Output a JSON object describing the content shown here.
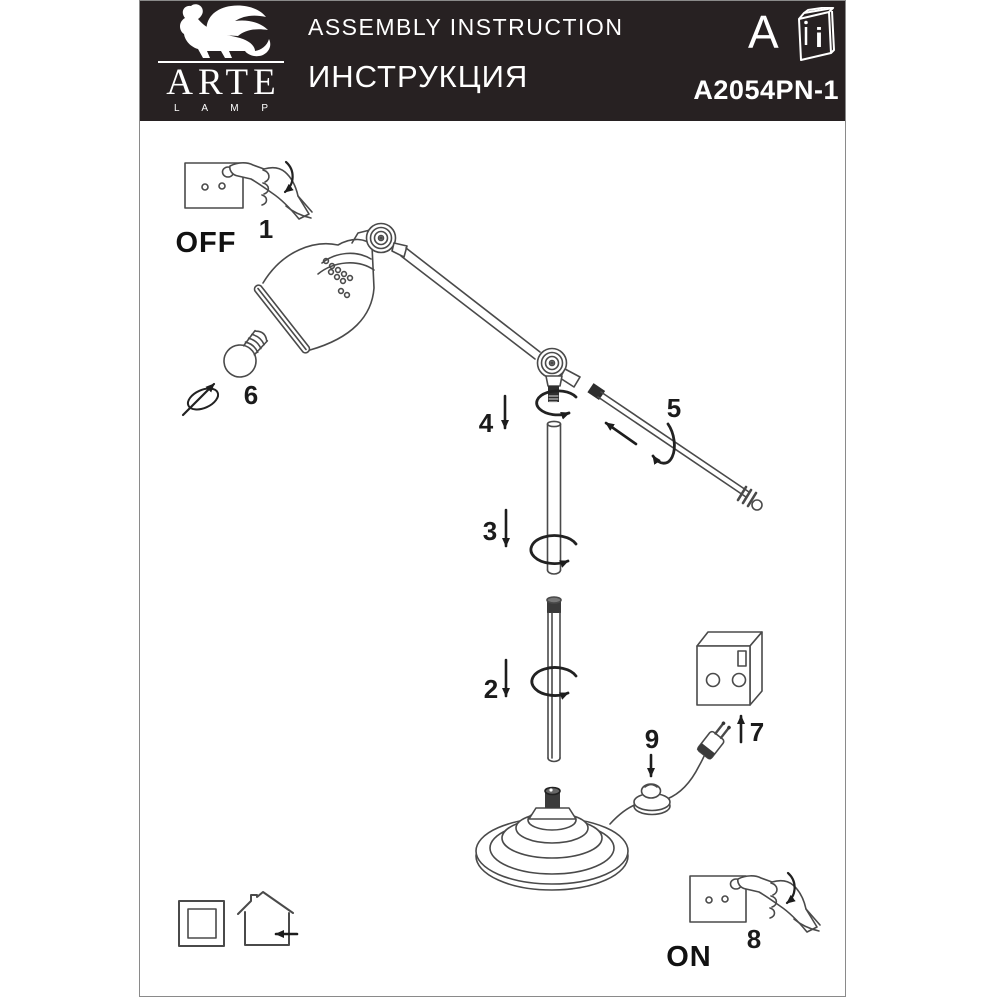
{
  "header": {
    "brand": "ARTE",
    "brand_sub": "L A M P",
    "title_en": "ASSEMBLY INSTRUCTION",
    "title_ru": "ИНСТРУКЦИЯ",
    "page_letter": "A",
    "manual_icon_letter": "i",
    "model": "A2054PN-1"
  },
  "diagram": {
    "off_label": "OFF",
    "on_label": "ON",
    "step_labels": [
      "1",
      "2",
      "3",
      "4",
      "5",
      "6",
      "7",
      "8",
      "9"
    ]
  },
  "icons": {
    "logo": "arte-winged-lion",
    "manual": "instruction-booklet",
    "bottom_left_1": "framed-square",
    "bottom_left_2": "house-indoor-use-arrow"
  },
  "colors": {
    "header_bg": "#272122",
    "line_art": "#454545",
    "label_text": "#1b1b1b",
    "page_border": "#8a8a8a"
  }
}
